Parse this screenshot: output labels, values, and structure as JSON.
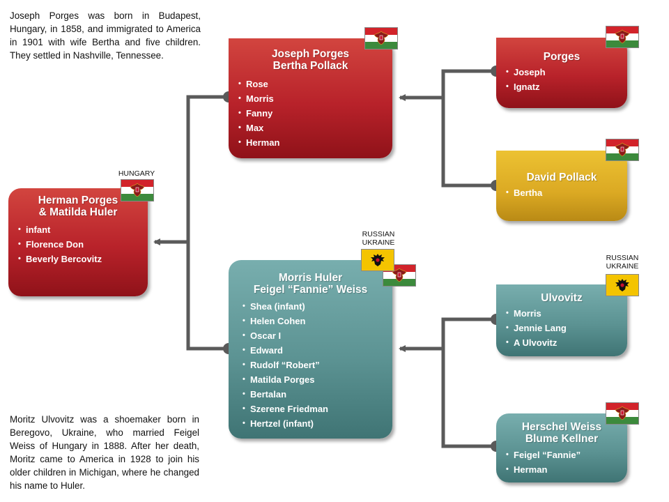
{
  "notes": {
    "top": "Joseph Porges was born in Budapest, Hungary, in 1858, and immigrated to America in 1901 with wife Bertha and five children. They settled in Nashville, Tennessee.",
    "bottom": "Moritz Ulvovitz was a shoemaker born in Beregovo, Ukraine, who married Feigel Weiss of Hungary in 1888. After her death, Moritz came to America in 1928 to join his older children in Michigan, where he changed his name to Huler."
  },
  "flag_labels": {
    "hungary": "HUNGARY",
    "russian_ukraine_line1": "RUSSIAN",
    "russian_ukraine_line2": "UKRAINE"
  },
  "families": {
    "herman": {
      "title_line1": "Herman Porges",
      "title_line2": "& Matilda Huler",
      "children": [
        "infant",
        "Florence Don",
        "Beverly Bercovitz"
      ]
    },
    "joseph": {
      "title_line1": "Joseph Porges",
      "title_line2": "Bertha Pollack",
      "children": [
        "Rose",
        "Morris",
        "Fanny",
        "Max",
        "Herman"
      ]
    },
    "morris": {
      "title_line1": "Morris Huler",
      "title_line2": "Feigel “Fannie” Weiss",
      "children": [
        "Shea (infant)",
        "Helen Cohen",
        "Oscar I",
        "Edward",
        "Rudolf “Robert”",
        "Matilda Porges",
        "Bertalan",
        "Szerene  Friedman",
        "Hertzel (infant)"
      ]
    },
    "porges": {
      "title_line1": "Porges",
      "children": [
        "Joseph",
        "Ignatz"
      ]
    },
    "pollack": {
      "title_line1": "David Pollack",
      "children": [
        "Bertha"
      ]
    },
    "ulvovitz": {
      "title_line1": "Ulvovitz",
      "children": [
        "Morris",
        "Jennie Lang",
        "A Ulvovitz"
      ]
    },
    "weiss": {
      "title_line1": "Herschel Weiss",
      "title_line2": "Blume Kellner",
      "children": [
        "Feigel “Fannie”",
        "Herman"
      ]
    }
  },
  "colors": {
    "red": "#b8222a",
    "gold": "#dba923",
    "teal": "#5c9393",
    "connector": "#5a5a5a"
  },
  "icons": {
    "hungary_flag": "hungary-flag-icon",
    "russia_flag": "russian-empire-flag-icon"
  }
}
